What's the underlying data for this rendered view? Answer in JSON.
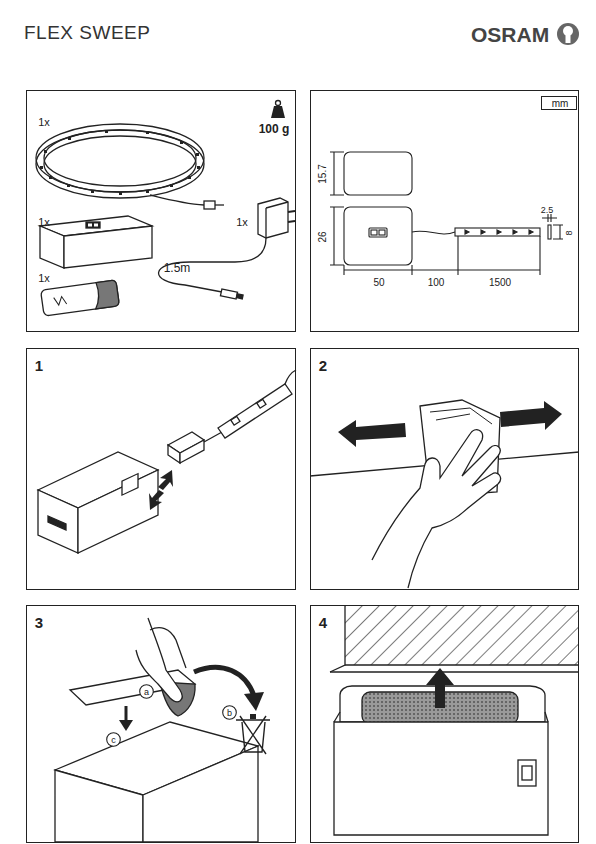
{
  "diagram": {
    "title": "FLEX SWEEP",
    "nodes": [
      {
        "text": [
          "1x",
          "100 g",
          "1x",
          "1x",
          "1.5m",
          "1x"
        ]
      },
      {
        "text": [
          "15.7",
          "2.5",
          "26",
          "8",
          "50",
          "100",
          "1500"
        ]
      },
      {
        "text": [
          "mm"
        ],
        "in": 1
      },
      {
        "text": [
          "1"
        ]
      },
      {
        "text": [
          "2"
        ]
      },
      {
        "text": [
          "3"
        ]
      },
      {
        "text": [
          "a"
        ],
        "in": 5
      },
      {
        "text": [
          "b"
        ],
        "in": 5
      },
      {
        "text": [
          "c"
        ],
        "in": 5
      },
      {
        "text": [
          "4"
        ]
      }
    ],
    "labels": [
      "OSRAM"
    ]
  }
}
